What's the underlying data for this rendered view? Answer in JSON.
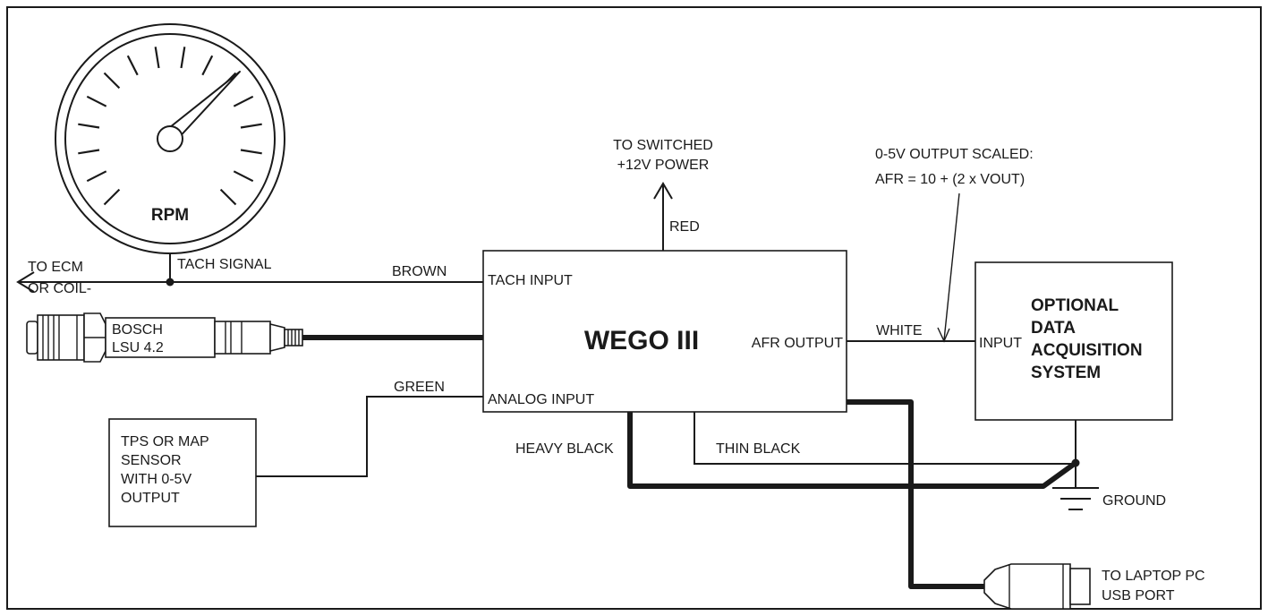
{
  "wego": {
    "title": "WEGO III",
    "tach_input": "TACH INPUT",
    "afr_output": "AFR OUTPUT",
    "analog_input": "ANALOG INPUT"
  },
  "gauge": {
    "label": "RPM"
  },
  "tach_signal": "TACH SIGNAL",
  "ecm": {
    "line1": "TO ECM",
    "line2": "OR COIL-"
  },
  "sensor": {
    "line1": "BOSCH",
    "line2": "LSU 4.2"
  },
  "power": {
    "line1": "TO SWITCHED",
    "line2": "+12V POWER"
  },
  "wires": {
    "red": "RED",
    "brown": "BROWN",
    "green": "GREEN",
    "white": "WHITE",
    "heavy_black": "HEAVY BLACK",
    "thin_black": "THIN BLACK"
  },
  "scaling": {
    "line1": "0-5V OUTPUT SCALED:",
    "line2": "AFR = 10 + (2 x VOUT)"
  },
  "daq": {
    "input": "INPUT",
    "line1": "OPTIONAL",
    "line2": "DATA",
    "line3": "ACQUISITION",
    "line4": "SYSTEM"
  },
  "tps": {
    "line1": "TPS OR MAP",
    "line2": "SENSOR",
    "line3": "WITH 0-5V",
    "line4": "OUTPUT"
  },
  "ground": "GROUND",
  "usb": {
    "line1": "TO LAPTOP PC",
    "line2": "USB PORT"
  }
}
